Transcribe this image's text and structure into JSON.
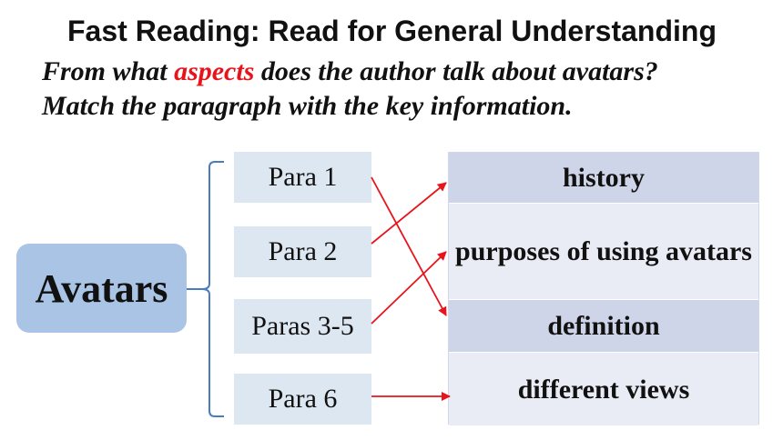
{
  "title": "Fast Reading: Read for General Understanding",
  "question": {
    "line1_before": "From what ",
    "line1_accent": "aspects",
    "line1_after": " does the author talk about avatars?",
    "line2": "Match the paragraph with the key information."
  },
  "center_label": "Avatars",
  "paragraphs": [
    "Para 1",
    "Para 2",
    "Paras 3-5",
    "Para 6"
  ],
  "key_info": [
    "history",
    "purposes of using avatars",
    "definition",
    "different views"
  ],
  "colors": {
    "accent": "#e8141b",
    "arrow": "#e8141b",
    "bracket": "#4a7cc0",
    "avatar_box": "#a9c4e4",
    "para_box": "#dde7f1",
    "table_dark": "#cfd5e8",
    "table_light": "#e9ecf5"
  }
}
